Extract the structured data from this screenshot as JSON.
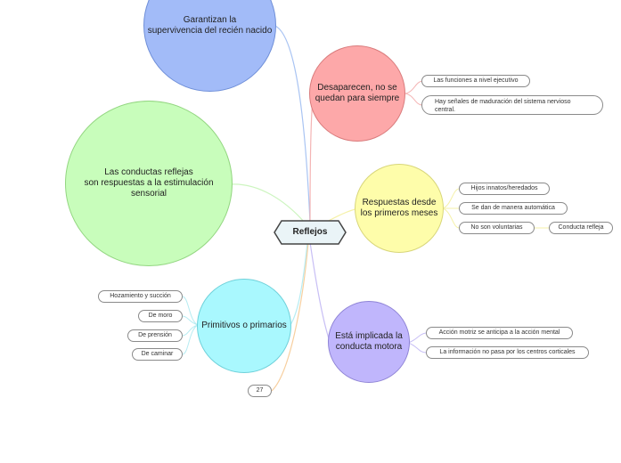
{
  "central": {
    "label": "Reflejos"
  },
  "bubbles": {
    "top": {
      "label": "Garantizan la\nsupervivencia del recién nacido",
      "color": "#a2bbf8",
      "border": "#6f8fd8"
    },
    "pink": {
      "label": "Desaparecen, no se\nquedan para siempre",
      "color": "#fda8a9",
      "border": "#d97b7c"
    },
    "green": {
      "label": "Las conductas reflejas\nson respuestas a la estimulación\nsensorial",
      "color": "#c8fdbb",
      "border": "#93d681"
    },
    "yellow": {
      "label": "Respuestas desde\nlos primeros meses",
      "color": "#fefdaa",
      "border": "#d8d67a"
    },
    "cyan": {
      "label": "Primitivos o primarios",
      "color": "#a9f8fe",
      "border": "#6fd1da"
    },
    "purple": {
      "label": "Está implicada la\nconducta motora",
      "color": "#c0b6fc",
      "border": "#8f84d6"
    }
  },
  "leaves": {
    "pink": [
      "Las funciones a nivel ejecutivo",
      "Hay señales de maduración del sistema nervioso\ncentral."
    ],
    "yellow": [
      "Hijos innatos/heredados",
      "Se dan de manera automática",
      "No son voluntarias"
    ],
    "yellow_sub": "Conducta refleja",
    "cyan": [
      "Hozamiento y succión",
      "De moro",
      "De prensión",
      "De caminar"
    ],
    "purple": [
      "Acción motriz se anticipa a la acción mental",
      "La información no pasa por los centros corticales"
    ],
    "orange": "27"
  },
  "line_colors": {
    "top": "#a9c4f3",
    "pink": "#f4b4b4",
    "green": "#cdf5c0",
    "yellow": "#f5f1a8",
    "cyan": "#b6ecf2",
    "purple": "#c8bff5",
    "orange": "#f7cf9f"
  }
}
